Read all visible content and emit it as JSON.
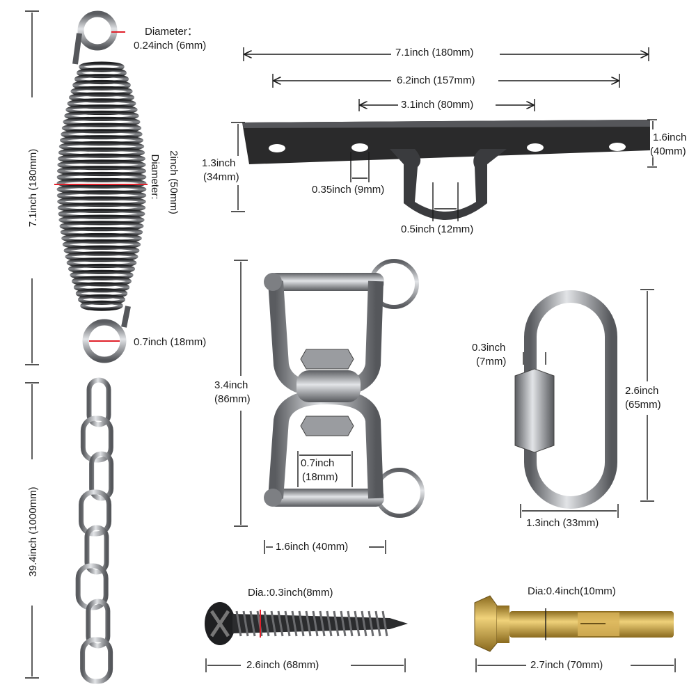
{
  "spring": {
    "length": "7.1inch (180mm)",
    "eye_diameter_label": "Diameter：",
    "eye_diameter_value": "0.24inch (6mm)",
    "coil_diameter_label": "Diameter:",
    "coil_diameter_value": "2inch (50mm)",
    "eye_inner": "0.7inch (18mm)"
  },
  "plate": {
    "total_length": "7.1inch (180mm)",
    "hole_spacing_outer": "6.2inch (157mm)",
    "hole_spacing_inner": "3.1inch (80mm)",
    "height_line1": "1.3inch",
    "height_line2": "(34mm)",
    "width_line1": "1.6inch",
    "width_line2": "(40mm)",
    "hole_dia": "0.35inch (9mm)",
    "eye_dia": "0.5inch (12mm)"
  },
  "swivel": {
    "length_line1": "3.4inch",
    "length_line2": "(86mm)",
    "opening_line1": "0.7inch",
    "opening_line2": "(18mm)",
    "width": "1.6inch (40mm)"
  },
  "quick_link": {
    "gate_line1": "0.3inch",
    "gate_line2": "(7mm)",
    "length_line1": "2.6inch",
    "length_line2": "(65mm)",
    "width": "1.3inch (33mm)"
  },
  "chain": {
    "length": "39.4inch (1000mm)"
  },
  "screw": {
    "diameter": "Dia.:0.3inch(8mm)",
    "length": "2.6inch (68mm)"
  },
  "anchor_bolt": {
    "diameter": "Dia:0.4inch(10mm)",
    "length": "2.7inch (70mm)"
  },
  "colors": {
    "dimension_line": "#1a1a1a",
    "accent_red": "#e0202a",
    "steel_dark": "#3c3d40",
    "steel_light": "#c9cbce",
    "plate_black": "#2a2a2b",
    "brass": "#c9a23a"
  }
}
